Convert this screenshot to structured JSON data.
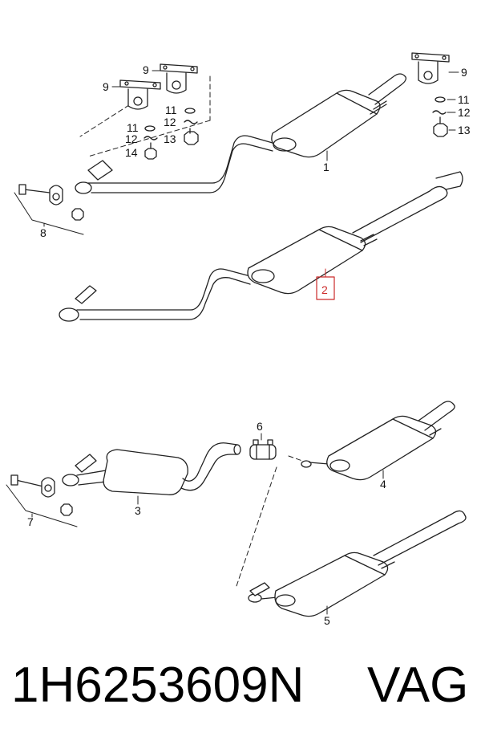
{
  "diagram": {
    "callouts": {
      "c9a": "9",
      "c9b": "9",
      "c9c": "9",
      "c11a": "11",
      "c11b": "11",
      "c11c": "11",
      "c12a": "12",
      "c12b": "12",
      "c12c": "12",
      "c13a": "13",
      "c13b": "13",
      "c14": "14",
      "c1": "1",
      "c8": "8",
      "c2": "2",
      "c6": "6",
      "c3": "3",
      "c4": "4",
      "c5": "5",
      "c7": "7"
    },
    "highlight_color": "#cc2a2a"
  },
  "footer": {
    "part_number": "1H6253609N",
    "brand": "VAG"
  }
}
